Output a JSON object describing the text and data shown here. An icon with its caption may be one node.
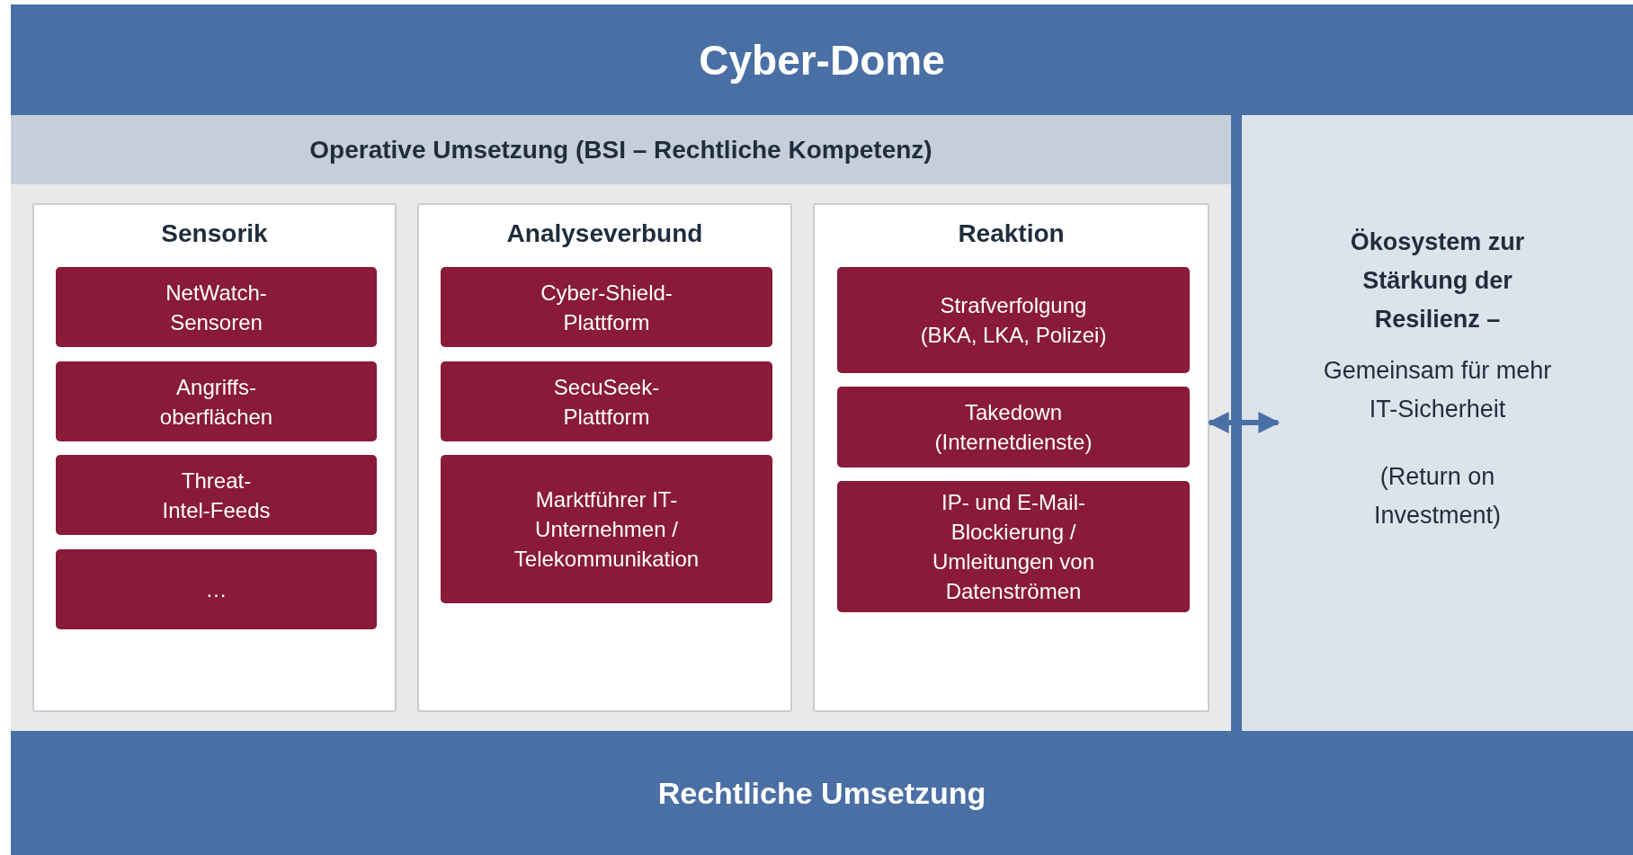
{
  "diagram": {
    "nodes": [
      {
        "text": [
          "Cyber-Dome"
        ]
      },
      {
        "text": [
          "Operative Umsetzung (BSI – Rechtliche Kompetenz)"
        ]
      },
      {
        "text": [
          "Sensorik"
        ],
        "in": 1
      },
      {
        "text": [
          "NetWatch-Sensoren"
        ],
        "in": 2
      },
      {
        "text": [
          "Angriffs-oberflächen"
        ],
        "in": 2
      },
      {
        "text": [
          "Threat-Intel-Feeds"
        ],
        "in": 2
      },
      {
        "text": [
          "…"
        ],
        "in": 2
      },
      {
        "text": [
          "Analyseverbund"
        ],
        "in": 1
      },
      {
        "text": [
          "Cyber-Shield-Plattform"
        ],
        "in": 7
      },
      {
        "text": [
          "SecuSeek-Plattform"
        ],
        "in": 7
      },
      {
        "text": [
          "Marktführer IT-Unternehmen / Telekommunikation"
        ],
        "in": 7
      },
      {
        "text": [
          "Reaktion"
        ],
        "in": 1
      },
      {
        "text": [
          "Strafverfolgung (BKA, LKA, Polizei)"
        ],
        "in": 11
      },
      {
        "text": [
          "Takedown (Internetdienste)"
        ],
        "in": 11
      },
      {
        "text": [
          "IP- und E-Mail-Blockierung / Umleitungen von Datenströmen"
        ],
        "in": 11
      },
      {
        "text": [
          "Ökosystem zur Stärkung der Resilienz –",
          "Gemeinsam für mehr IT-Sicherheit",
          "(Return on Investment)"
        ]
      },
      {
        "text": [
          "Rechtliche Umsetzung"
        ]
      }
    ],
    "edges": [
      {
        "from": 11,
        "to": 15,
        "arrow": "both"
      }
    ]
  }
}
